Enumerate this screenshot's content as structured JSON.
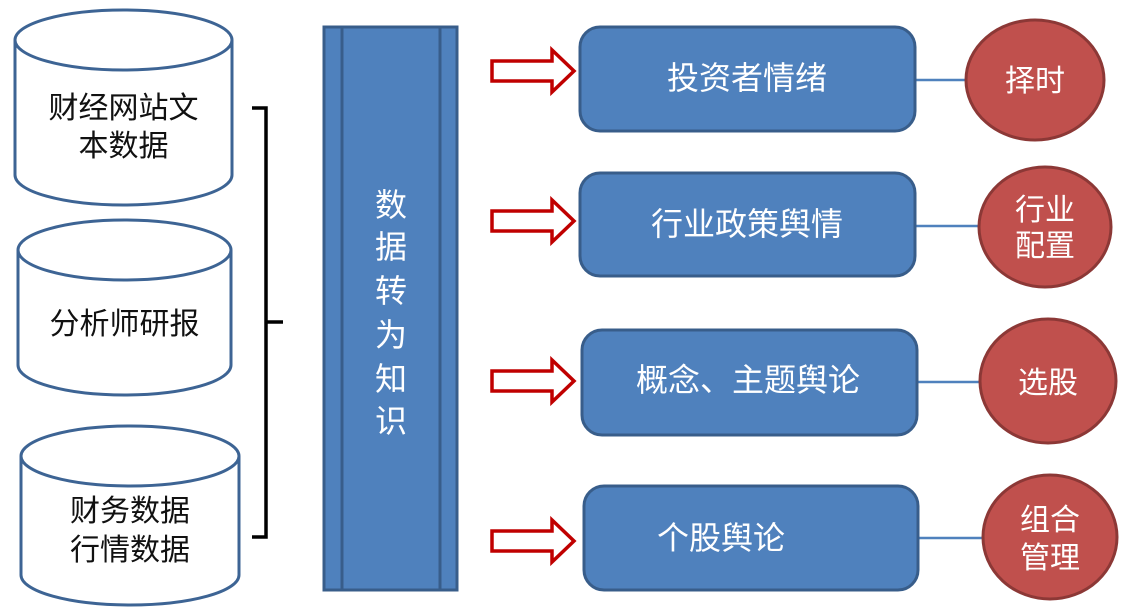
{
  "data_sources": [
    {
      "lines": [
        "财经网站文",
        "本数据"
      ]
    },
    {
      "lines": [
        "分析师研报"
      ]
    },
    {
      "lines": [
        "财务数据",
        "行情数据"
      ]
    }
  ],
  "transform": {
    "chars": [
      "数",
      "据",
      "转",
      "为",
      "知",
      "识"
    ]
  },
  "knowledge": [
    {
      "label": "投资者情绪",
      "application": [
        "择时"
      ]
    },
    {
      "label": "行业政策舆情",
      "application": [
        "行业",
        "配置"
      ]
    },
    {
      "label": "概念、主题舆论",
      "application": [
        "选股"
      ]
    },
    {
      "label": "个股舆论",
      "application": [
        "组合",
        "管理"
      ]
    }
  ],
  "colors": {
    "box_fill": "#4f81bd",
    "box_stroke": "#385d8a",
    "circle_fill": "#c0504d",
    "arrow_stroke": "#c00000",
    "cylinder_stroke": "#3d6494"
  }
}
